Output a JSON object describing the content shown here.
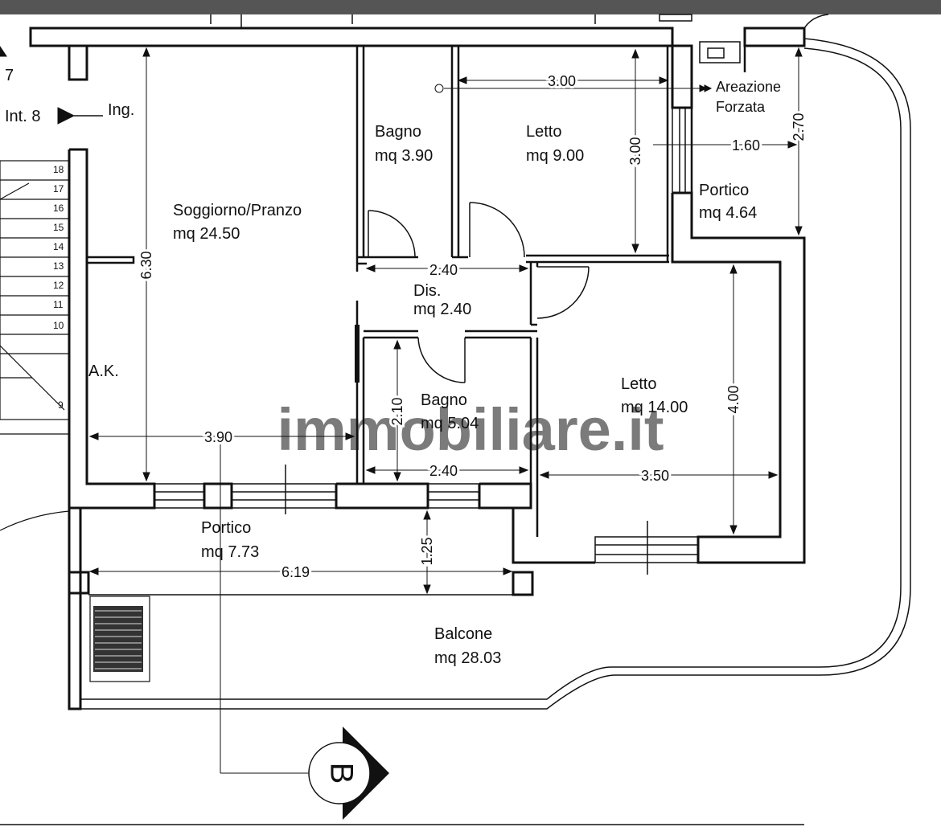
{
  "entrance": {
    "unit_label": "Int. 8",
    "entry_label": "Ing.",
    "unit_number": "7"
  },
  "rooms": {
    "soggiorno": {
      "name": "Soggiorno/Pranzo",
      "area": "mq 24.50"
    },
    "bagno1": {
      "name": "Bagno",
      "area": "mq 3.90"
    },
    "letto1": {
      "name": "Letto",
      "area": "mq 9.00"
    },
    "portico1": {
      "name": "Portico",
      "area": "mq 4.64"
    },
    "dis": {
      "name": "Dis.",
      "area": "mq 2.40"
    },
    "bagno2": {
      "name": "Bagno",
      "area": "mq 5.04"
    },
    "letto2": {
      "name": "Letto",
      "area": "mq 14.00"
    },
    "portico2": {
      "name": "Portico",
      "area": "mq 7.73"
    },
    "balcone": {
      "name": "Balcone",
      "area": "mq 28.03"
    }
  },
  "labels": {
    "ak": "A.K.",
    "areazione_1": "Areazione",
    "areazione_2": "Forzata",
    "section": "B"
  },
  "dimensions": {
    "d300a": "3.00",
    "d300b": "3.00",
    "d160": "1.60",
    "d270": "2.70",
    "d630": "6.30",
    "d240a": "2.40",
    "d210": "2.10",
    "d240b": "2.40",
    "d390": "3.90",
    "d400": "4.00",
    "d350": "3.50",
    "d125": "1.25",
    "d619": "6.19"
  },
  "stairs": {
    "steps": [
      "18",
      "17",
      "16",
      "15",
      "14",
      "13",
      "12",
      "11",
      "10",
      "9"
    ]
  },
  "watermark": "immobiliare.it",
  "colors": {
    "wall": "#111111",
    "topbar": "#555555",
    "watermark": "#dddddd"
  }
}
